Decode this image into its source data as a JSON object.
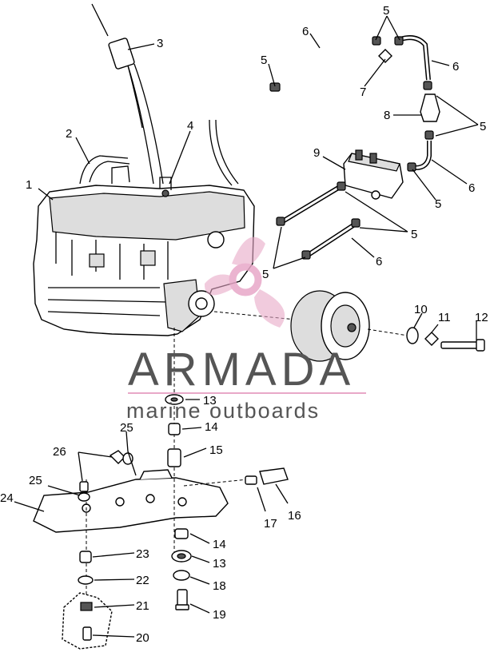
{
  "watermark": {
    "brand": "ARMADA",
    "tagline": "marine outboards",
    "color_brand": "#555555",
    "color_accent": "#e8a8c8"
  },
  "callouts": {
    "c1": "1",
    "c2": "2",
    "c3": "3",
    "c4": "4",
    "c5a": "5",
    "c5b": "5",
    "c5c": "5",
    "c5d": "5",
    "c5e": "5",
    "c5f": "5",
    "c6a": "6",
    "c6b": "6",
    "c6c": "6",
    "c6d": "6",
    "c7": "7",
    "c8": "8",
    "c9": "9",
    "c10": "10",
    "c11": "11",
    "c12": "12",
    "c13a": "13",
    "c13b": "13",
    "c14a": "14",
    "c14b": "14",
    "c15": "15",
    "c16": "16",
    "c17": "17",
    "c18": "18",
    "c19": "19",
    "c20": "20",
    "c21": "21",
    "c22": "22",
    "c23": "23",
    "c24": "24",
    "c25a": "25",
    "c25b": "25",
    "c26": "26"
  }
}
